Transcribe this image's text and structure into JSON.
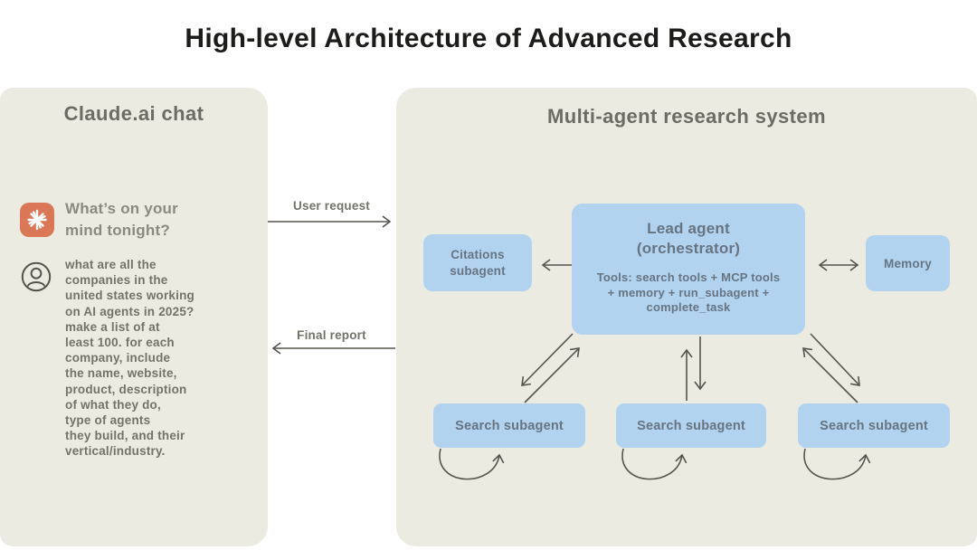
{
  "page_title": "High-level Architecture of Advanced Research",
  "colors": {
    "title-text": "#1c1c1a",
    "panel-bg": "#ECEBE1",
    "panel-title-text": "#6c6c64",
    "body-text": "#73736a",
    "muted-text": "#8a8a80",
    "box-blue": "#B1D3F0",
    "box-text": "#677482",
    "arrow": "#54554d",
    "claude-orange": "#D97757",
    "page-bg": "#ffffff"
  },
  "left_panel": {
    "title": "Claude.ai chat",
    "claude_icon": "claude-sparkle-logo",
    "user_icon": "user-avatar",
    "prompt_heading": "What’s on your\nmind tonight?",
    "user_query": "what are all the\ncompanies in the\nunited states working\non AI agents in 2025?\nmake a list of at\nleast 100. for each\ncompany, include\nthe name, website,\nproduct, description\nof what they do,\ntype of agents\nthey build, and their\nvertical/industry."
  },
  "flow_labels": {
    "user_request": "User request",
    "final_report": "Final report"
  },
  "right_panel": {
    "title": "Multi-agent research system",
    "lead_agent": {
      "title": "Lead agent\n(orchestrator)",
      "tools": "Tools: search tools + MCP tools\n+ memory + run_subagent +\ncomplete_task"
    },
    "citations_subagent": "Citations\nsubagent",
    "memory": "Memory",
    "search_subagents": [
      "Search subagent",
      "Search subagent",
      "Search subagent"
    ]
  }
}
